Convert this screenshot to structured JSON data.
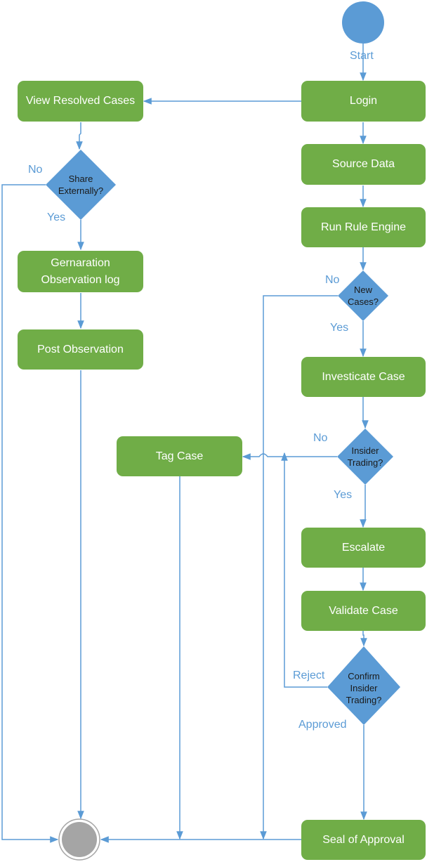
{
  "colors": {
    "action": "#70AD47",
    "decision": "#5B9BD5",
    "edge": "#5B9BD5",
    "label": "#5B9BD5",
    "end_fill": "#A5A5A5"
  },
  "start": {
    "label": "Start"
  },
  "actions": {
    "login": "Login",
    "source_data": "Source Data",
    "run_rule_engine": "Run Rule Engine",
    "investigate_case": "Investicate Case",
    "escalate": "Escalate",
    "validate_case": "Validate Case",
    "seal_of_approval": "Seal of Approval",
    "tag_case": "Tag Case",
    "view_resolved_cases": "View Resolved Cases",
    "generation_observation_log": "Gernaration Observation log",
    "post_observation": "Post Observation"
  },
  "decisions": {
    "new_cases": "New Cases?",
    "insider_trading": "Insider Trading?",
    "confirm_insider_trading": "Confirm Insider Trading?",
    "share_externally": "Share Externally?"
  },
  "edge_labels": {
    "new_cases_no": "No",
    "new_cases_yes": "Yes",
    "insider_no": "No",
    "insider_yes": "Yes",
    "confirm_reject": "Reject",
    "confirm_approved": "Approved",
    "share_no": "No",
    "share_yes": "Yes"
  }
}
